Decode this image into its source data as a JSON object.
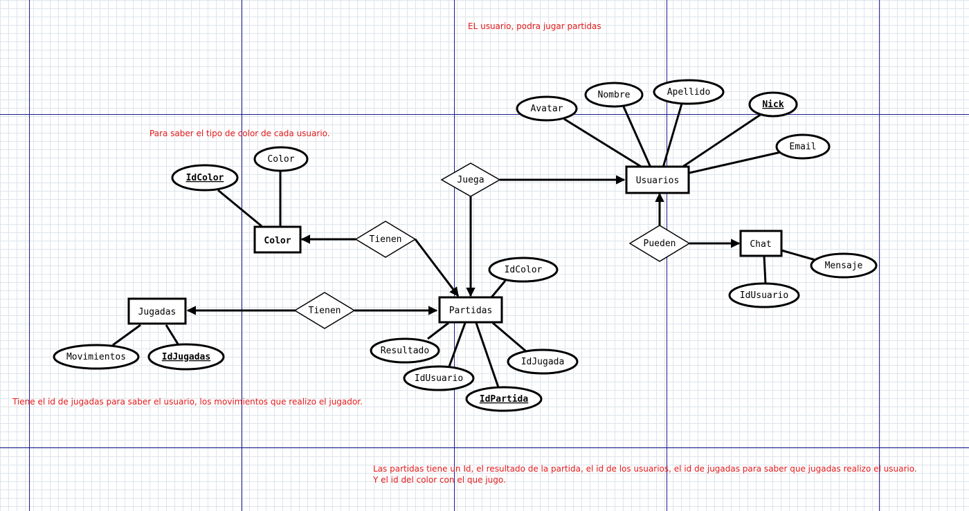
{
  "notes": {
    "usuario": "EL usuario, podra jugar partidas",
    "color": "Para saber el tipo de color de cada usuario.",
    "jugadas": "Tiene el id de jugadas para saber el usuario, los movimientos que realizo el jugador.",
    "partidas_line1": "Las partidas tiene un Id, el resultado de la partida, el id de los usuarios, el id de jugadas para saber que jugadas realizo el usuario.",
    "partidas_line2": "Y el id del color con el que jugo."
  },
  "entities": {
    "usuarios": "Usuarios",
    "color": "Color",
    "partidas": "Partidas",
    "jugadas": "Jugadas",
    "chat": "Chat"
  },
  "relationships": {
    "juega": "Juega",
    "tienen_color": "Tienen",
    "tienen_jugadas": "Tienen",
    "pueden": "Pueden"
  },
  "attributes": {
    "avatar": "Avatar",
    "nombre": "Nombre",
    "apellido": "Apellido",
    "nick": "Nick",
    "email": "Email",
    "idcolor_color": "IdColor",
    "color": "Color",
    "idcolor_partida": "IdColor",
    "resultado": "Resultado",
    "idusuario_partida": "IdUsuario",
    "idpartida": "IdPartida",
    "idjugada": "IdJugada",
    "movimientos": "Movimientos",
    "idjugadas": "IdJugadas",
    "mensaje": "Mensaje",
    "idusuario_chat": "IdUsuario"
  },
  "colors": {
    "note_text": "#e41b1b",
    "major_grid": "#1a1a8c",
    "minor_grid": "#dde4ea",
    "stroke": "#000000"
  }
}
